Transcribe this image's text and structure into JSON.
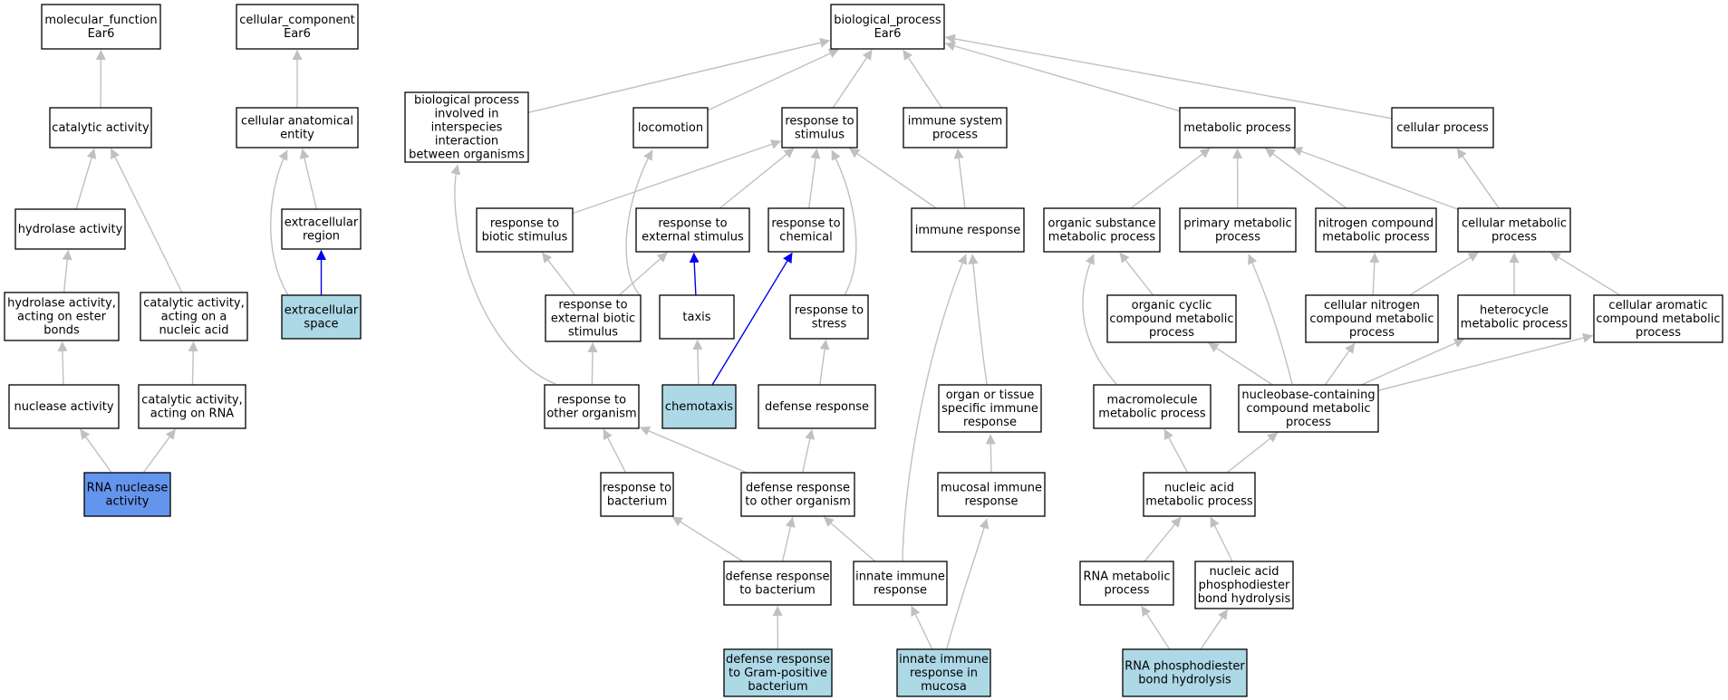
{
  "colors": {
    "default_fill": "#ffffff",
    "annotated_fill": "#add8e6",
    "query_fill": "#6495ed",
    "edge_gray": "#c0c0c0",
    "edge_blue": "#0000ee"
  },
  "nodes": [
    {
      "id": "mf",
      "lines": [
        "molecular_function",
        "Ear6"
      ],
      "style": "default"
    },
    {
      "id": "cc",
      "lines": [
        "cellular_component",
        "Ear6"
      ],
      "style": "default"
    },
    {
      "id": "bp",
      "lines": [
        "biological_process",
        "Ear6"
      ],
      "style": "default"
    },
    {
      "id": "cat",
      "lines": [
        "catalytic activity"
      ],
      "style": "default"
    },
    {
      "id": "hyd",
      "lines": [
        "hydrolase activity"
      ],
      "style": "default"
    },
    {
      "id": "hyd_ester",
      "lines": [
        "hydrolase activity,",
        "acting on ester",
        "bonds"
      ],
      "style": "default"
    },
    {
      "id": "cat_na",
      "lines": [
        "catalytic activity,",
        "acting on a",
        "nucleic acid"
      ],
      "style": "default"
    },
    {
      "id": "nuclease",
      "lines": [
        "nuclease activity"
      ],
      "style": "default"
    },
    {
      "id": "cat_rna",
      "lines": [
        "catalytic activity,",
        "acting on RNA"
      ],
      "style": "default"
    },
    {
      "id": "rnase",
      "lines": [
        "RNA nuclease",
        "activity"
      ],
      "style": "query"
    },
    {
      "id": "cae",
      "lines": [
        "cellular anatomical",
        "entity"
      ],
      "style": "default"
    },
    {
      "id": "ecr",
      "lines": [
        "extracellular",
        "region"
      ],
      "style": "default"
    },
    {
      "id": "ecs",
      "lines": [
        "extracellular",
        "space"
      ],
      "style": "annotated"
    },
    {
      "id": "bpinter",
      "lines": [
        "biological process",
        "involved in",
        "interspecies",
        "interaction",
        "between organisms"
      ],
      "style": "default"
    },
    {
      "id": "loco",
      "lines": [
        "locomotion"
      ],
      "style": "default"
    },
    {
      "id": "rstim",
      "lines": [
        "response to",
        "stimulus"
      ],
      "style": "default"
    },
    {
      "id": "immsys",
      "lines": [
        "immune system",
        "process"
      ],
      "style": "default"
    },
    {
      "id": "metab",
      "lines": [
        "metabolic process"
      ],
      "style": "default"
    },
    {
      "id": "cellp",
      "lines": [
        "cellular process"
      ],
      "style": "default"
    },
    {
      "id": "rbio",
      "lines": [
        "response to",
        "biotic stimulus"
      ],
      "style": "default"
    },
    {
      "id": "rext",
      "lines": [
        "response to",
        "external stimulus"
      ],
      "style": "default"
    },
    {
      "id": "rchem",
      "lines": [
        "response to",
        "chemical"
      ],
      "style": "default"
    },
    {
      "id": "immresp",
      "lines": [
        "immune response"
      ],
      "style": "default"
    },
    {
      "id": "orgsub",
      "lines": [
        "organic substance",
        "metabolic process"
      ],
      "style": "default"
    },
    {
      "id": "primmet",
      "lines": [
        "primary metabolic",
        "process"
      ],
      "style": "default"
    },
    {
      "id": "nitro",
      "lines": [
        "nitrogen compound",
        "metabolic process"
      ],
      "style": "default"
    },
    {
      "id": "cellmet",
      "lines": [
        "cellular metabolic",
        "process"
      ],
      "style": "default"
    },
    {
      "id": "rextbio",
      "lines": [
        "response to",
        "external biotic",
        "stimulus"
      ],
      "style": "default"
    },
    {
      "id": "taxis",
      "lines": [
        "taxis"
      ],
      "style": "default"
    },
    {
      "id": "rstress",
      "lines": [
        "response to",
        "stress"
      ],
      "style": "default"
    },
    {
      "id": "orgcyc",
      "lines": [
        "organic cyclic",
        "compound metabolic",
        "process"
      ],
      "style": "default"
    },
    {
      "id": "cellnitro",
      "lines": [
        "cellular nitrogen",
        "compound metabolic",
        "process"
      ],
      "style": "default"
    },
    {
      "id": "hetero",
      "lines": [
        "heterocycle",
        "metabolic process"
      ],
      "style": "default"
    },
    {
      "id": "cellarom",
      "lines": [
        "cellular aromatic",
        "compound metabolic",
        "process"
      ],
      "style": "default"
    },
    {
      "id": "rorg",
      "lines": [
        "response to",
        "other organism"
      ],
      "style": "default"
    },
    {
      "id": "chemo",
      "lines": [
        "chemotaxis"
      ],
      "style": "annotated"
    },
    {
      "id": "defresp",
      "lines": [
        "defense response"
      ],
      "style": "default"
    },
    {
      "id": "organimm",
      "lines": [
        "organ or tissue",
        "specific immune",
        "response"
      ],
      "style": "default"
    },
    {
      "id": "macro",
      "lines": [
        "macromolecule",
        "metabolic process"
      ],
      "style": "default"
    },
    {
      "id": "nucleob",
      "lines": [
        "nucleobase-containing",
        "compound metabolic",
        "process"
      ],
      "style": "default"
    },
    {
      "id": "rbact",
      "lines": [
        "response to",
        "bacterium"
      ],
      "style": "default"
    },
    {
      "id": "deforg",
      "lines": [
        "defense response",
        "to other organism"
      ],
      "style": "default"
    },
    {
      "id": "mucimm",
      "lines": [
        "mucosal immune",
        "response"
      ],
      "style": "default"
    },
    {
      "id": "nucacid",
      "lines": [
        "nucleic acid",
        "metabolic process"
      ],
      "style": "default"
    },
    {
      "id": "defbact",
      "lines": [
        "defense response",
        "to bacterium"
      ],
      "style": "default"
    },
    {
      "id": "innate",
      "lines": [
        "innate immune",
        "response"
      ],
      "style": "default"
    },
    {
      "id": "rnamet",
      "lines": [
        "RNA metabolic",
        "process"
      ],
      "style": "default"
    },
    {
      "id": "napdh",
      "lines": [
        "nucleic acid",
        "phosphodiester",
        "bond hydrolysis"
      ],
      "style": "default"
    },
    {
      "id": "defgram",
      "lines": [
        "defense response",
        "to Gram-positive",
        "bacterium"
      ],
      "style": "annotated"
    },
    {
      "id": "innatemuc",
      "lines": [
        "innate immune",
        "response in",
        "mucosa"
      ],
      "style": "annotated"
    },
    {
      "id": "rnapdh",
      "lines": [
        "RNA phosphodiester",
        "bond hydrolysis"
      ],
      "style": "annotated"
    }
  ],
  "edges": [
    {
      "from": "cat",
      "to": "mf"
    },
    {
      "from": "hyd",
      "to": "cat"
    },
    {
      "from": "cat_na",
      "to": "cat"
    },
    {
      "from": "hyd_ester",
      "to": "hyd"
    },
    {
      "from": "nuclease",
      "to": "hyd_ester"
    },
    {
      "from": "cat_rna",
      "to": "cat_na"
    },
    {
      "from": "rnase",
      "to": "nuclease"
    },
    {
      "from": "rnase",
      "to": "cat_rna"
    },
    {
      "from": "cae",
      "to": "cc"
    },
    {
      "from": "ecr",
      "to": "cae"
    },
    {
      "from": "ecs",
      "to": "cae"
    },
    {
      "from": "ecs",
      "to": "ecr",
      "style": "blue"
    },
    {
      "from": "bpinter",
      "to": "bp"
    },
    {
      "from": "loco",
      "to": "bp"
    },
    {
      "from": "rstim",
      "to": "bp"
    },
    {
      "from": "immsys",
      "to": "bp"
    },
    {
      "from": "metab",
      "to": "bp"
    },
    {
      "from": "cellp",
      "to": "bp"
    },
    {
      "from": "rbio",
      "to": "rstim"
    },
    {
      "from": "rext",
      "to": "rstim"
    },
    {
      "from": "rchem",
      "to": "rstim"
    },
    {
      "from": "rstress",
      "to": "rstim"
    },
    {
      "from": "immresp",
      "to": "rstim"
    },
    {
      "from": "immresp",
      "to": "immsys"
    },
    {
      "from": "orgsub",
      "to": "metab"
    },
    {
      "from": "primmet",
      "to": "metab"
    },
    {
      "from": "nitro",
      "to": "metab"
    },
    {
      "from": "cellmet",
      "to": "metab"
    },
    {
      "from": "cellmet",
      "to": "cellp"
    },
    {
      "from": "rextbio",
      "to": "rbio"
    },
    {
      "from": "rextbio",
      "to": "rext"
    },
    {
      "from": "taxis",
      "to": "loco"
    },
    {
      "from": "taxis",
      "to": "rext",
      "style": "blue"
    },
    {
      "from": "orgcyc",
      "to": "orgsub"
    },
    {
      "from": "cellnitro",
      "to": "nitro"
    },
    {
      "from": "cellnitro",
      "to": "cellmet"
    },
    {
      "from": "hetero",
      "to": "cellmet"
    },
    {
      "from": "cellarom",
      "to": "cellmet"
    },
    {
      "from": "rorg",
      "to": "rextbio"
    },
    {
      "from": "rorg",
      "to": "bpinter"
    },
    {
      "from": "chemo",
      "to": "taxis"
    },
    {
      "from": "chemo",
      "to": "rchem",
      "style": "blue"
    },
    {
      "from": "defresp",
      "to": "rstress"
    },
    {
      "from": "organimm",
      "to": "immresp"
    },
    {
      "from": "macro",
      "to": "orgsub"
    },
    {
      "from": "nucleob",
      "to": "orgcyc"
    },
    {
      "from": "nucleob",
      "to": "cellnitro"
    },
    {
      "from": "nucleob",
      "to": "hetero"
    },
    {
      "from": "nucleob",
      "to": "cellarom"
    },
    {
      "from": "nucleob",
      "to": "primmet"
    },
    {
      "from": "rbact",
      "to": "rorg"
    },
    {
      "from": "deforg",
      "to": "rorg"
    },
    {
      "from": "deforg",
      "to": "defresp"
    },
    {
      "from": "mucimm",
      "to": "organimm"
    },
    {
      "from": "nucacid",
      "to": "macro"
    },
    {
      "from": "nucacid",
      "to": "nucleob"
    },
    {
      "from": "defbact",
      "to": "rbact"
    },
    {
      "from": "defbact",
      "to": "deforg"
    },
    {
      "from": "innate",
      "to": "deforg"
    },
    {
      "from": "innate",
      "to": "immresp"
    },
    {
      "from": "rnamet",
      "to": "nucacid"
    },
    {
      "from": "napdh",
      "to": "nucacid"
    },
    {
      "from": "defgram",
      "to": "defbact"
    },
    {
      "from": "innatemuc",
      "to": "innate"
    },
    {
      "from": "innatemuc",
      "to": "mucimm"
    },
    {
      "from": "rnapdh",
      "to": "rnamet"
    },
    {
      "from": "rnapdh",
      "to": "napdh"
    }
  ]
}
